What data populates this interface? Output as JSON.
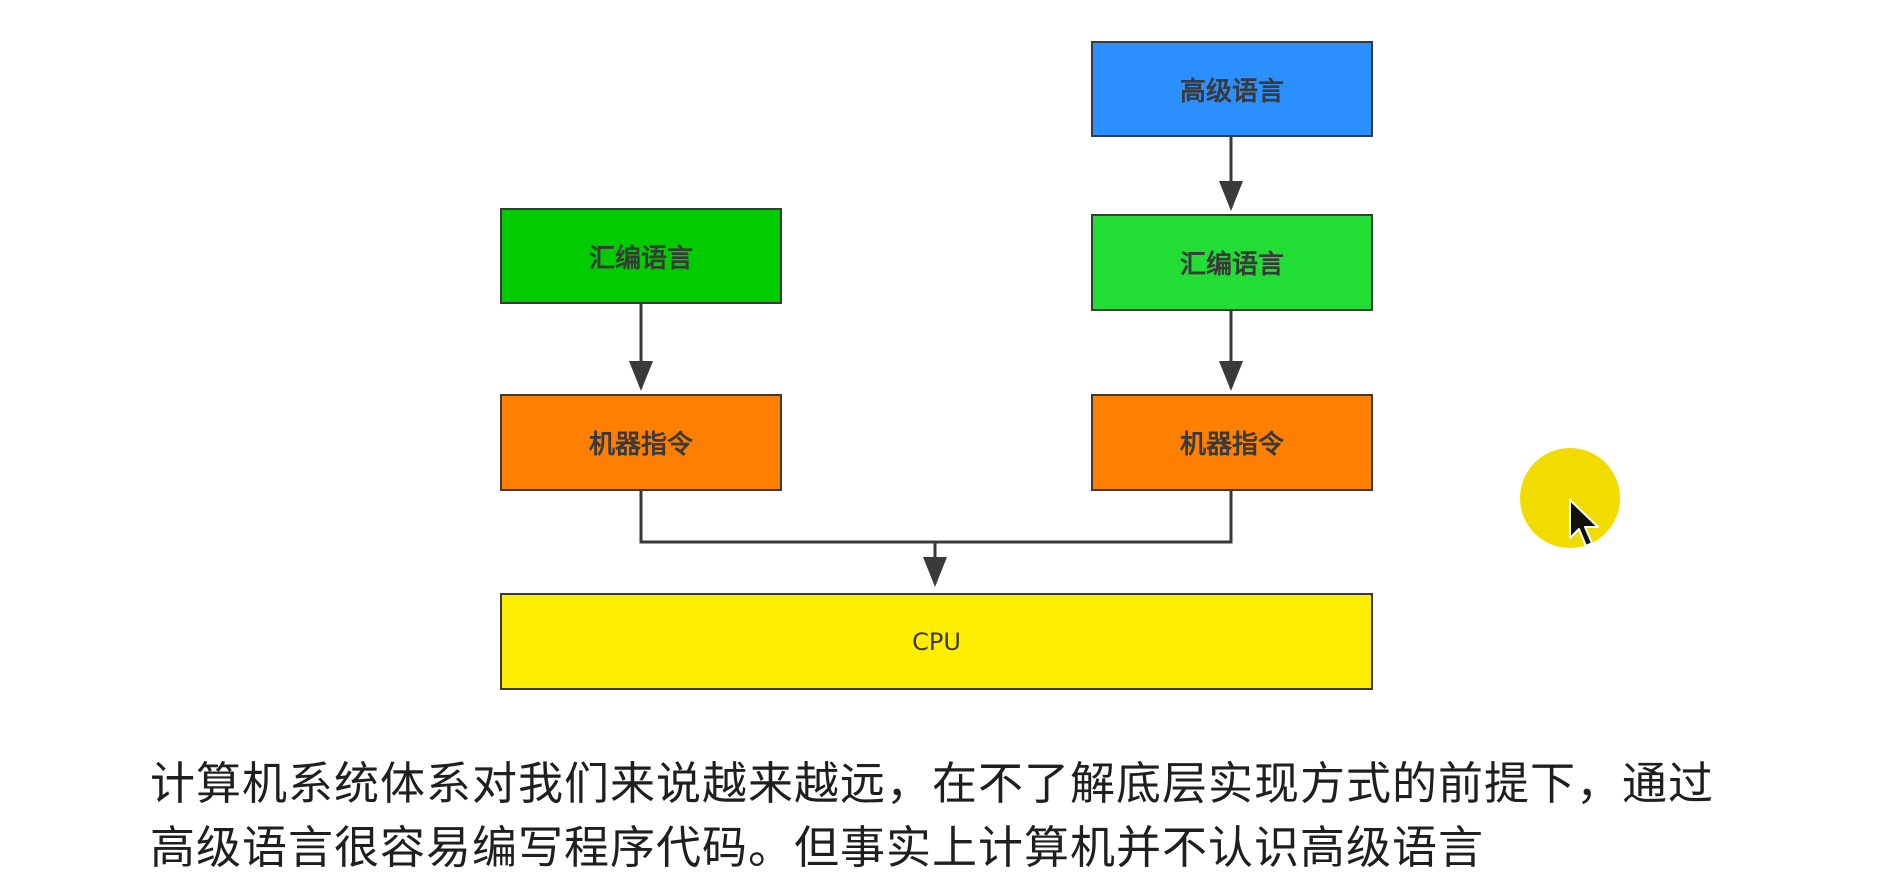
{
  "diagram": {
    "left_chain": {
      "assembly": {
        "label": "汇编语言",
        "color": "#00cc00"
      },
      "machine": {
        "label": "机器指令",
        "color": "#ff8000"
      }
    },
    "right_chain": {
      "high_level": {
        "label": "高级语言",
        "color": "#2b8fff"
      },
      "assembly": {
        "label": "汇编语言",
        "color": "#22dd33"
      },
      "machine": {
        "label": "机器指令",
        "color": "#ff8000"
      }
    },
    "cpu": {
      "label": "CPU",
      "color": "#ffee00"
    }
  },
  "caption": {
    "line1": "计算机系统体系对我们来说越来越远，在不了解底层实现方式的前提下，通过",
    "line2": "高级语言很容易编写程序代码。但事实上计算机并不认识高级语言"
  },
  "cursor": {
    "highlight_color": "#f2dc00"
  }
}
